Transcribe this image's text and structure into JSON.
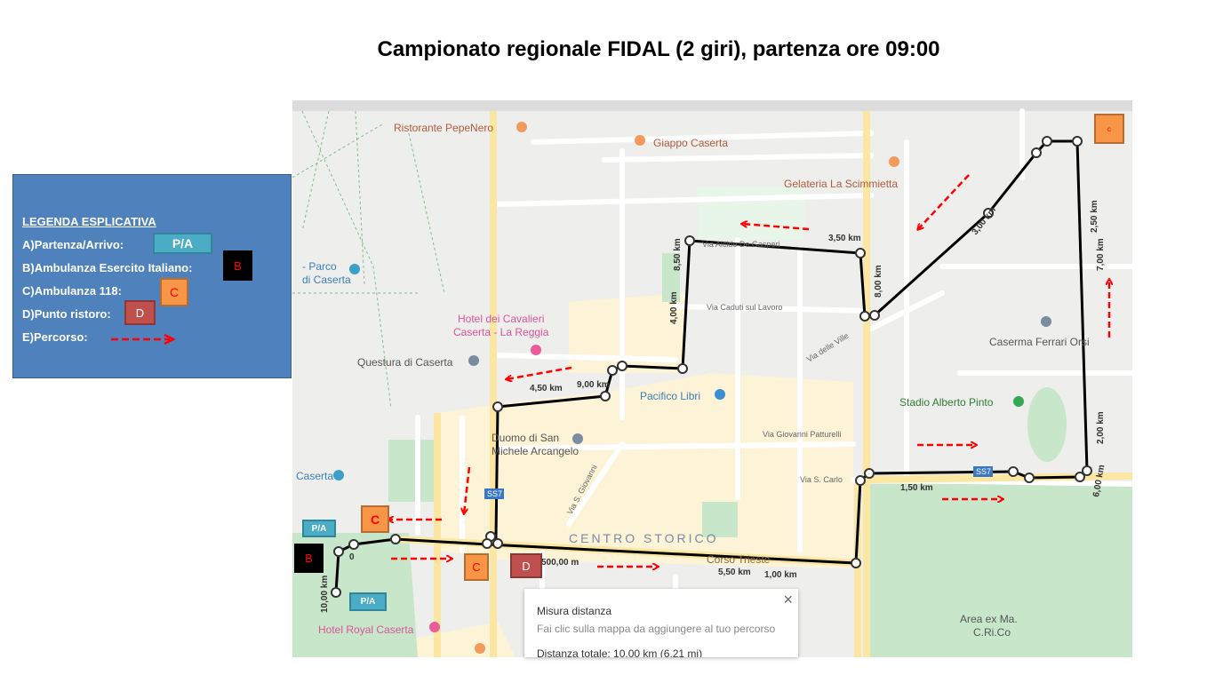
{
  "title": "Campionato regionale FIDAL (2 giri), partenza ore 09:00",
  "legend": {
    "heading": "LEGENDA  ESPLICATIVA",
    "items": [
      {
        "label": "A)Partenza/Arrivo:",
        "marker": "P/A"
      },
      {
        "label": "B)Ambulanza Esercito Italiano:",
        "marker": "B"
      },
      {
        "label": "C)Ambulanza 118:",
        "marker": "C"
      },
      {
        "label": "D)Punto ristoro:",
        "marker": "D"
      },
      {
        "label": "E)Percorso:",
        "marker": "dashed-red-arrow"
      }
    ]
  },
  "map": {
    "places": {
      "pepenero": "Ristorante PepeNero",
      "giappo": "Giappo Caserta",
      "gelateria": "Gelateria La Scimmietta",
      "parco1": "- Parco",
      "parco2": "di Caserta",
      "hotel1": "Hotel dei Cavalieri",
      "hotel2": "Caserta - La Reggia",
      "questura": "Questura di Caserta",
      "pacifico": "Pacifico Libri",
      "duomo1": "Duomo di San",
      "duomo2": "Michele Arcangelo",
      "caserma": "Caserma Ferrari Orsi",
      "stadio": "Stadio Alberto Pinto",
      "centro": "CENTRO STORICO",
      "corso": "Corso Trieste",
      "area1": "Area ex Ma.",
      "area2": "C.Ri.Co",
      "royal": "Hotel Royal Caserta",
      "caserta": "Caserta"
    },
    "streets": {
      "degasperi": "Via Alcide De Gasperi",
      "caduti": "Via Caduti sul Lavoro",
      "ville": "Via delle Ville",
      "patturelli": "Via Giovanni Patturelli",
      "scarlo": "Via S. Carlo",
      "sgiovanni": "Via S. Giovanni",
      "ss7": "SS7"
    },
    "distance_labels": {
      "d0": "0",
      "d500": "500,00 m",
      "d1": "1,00 km",
      "d15": "1,50 km",
      "d2": "2,00 km",
      "d25": "2,50 km",
      "d3": "3,00 km",
      "d35": "3,50 km",
      "d4": "4,00 km",
      "d45": "4,50 km",
      "d55": "5,50 km",
      "d6": "6,00 km",
      "d7": "7,00 km",
      "d8": "8,00 km",
      "d85": "8,50 km",
      "d9": "9,00 km",
      "d10": "10,00 km"
    },
    "markers": {
      "pa": "P/A",
      "b": "B",
      "c": "C",
      "c_small": "c",
      "d": "D"
    }
  },
  "measure": {
    "title": "Misura distanza",
    "hint": "Fai clic sulla mappa da aggiungere al tuo percorso",
    "total": "Distanza totale: 10,00 km (6,21 mi)",
    "close": "×"
  },
  "colors": {
    "legend_bg": "#4f81bd",
    "route": "#000000",
    "arrow": "#ff0000",
    "pa": "#4bacc6",
    "c": "#f79646",
    "d": "#c0504d"
  }
}
